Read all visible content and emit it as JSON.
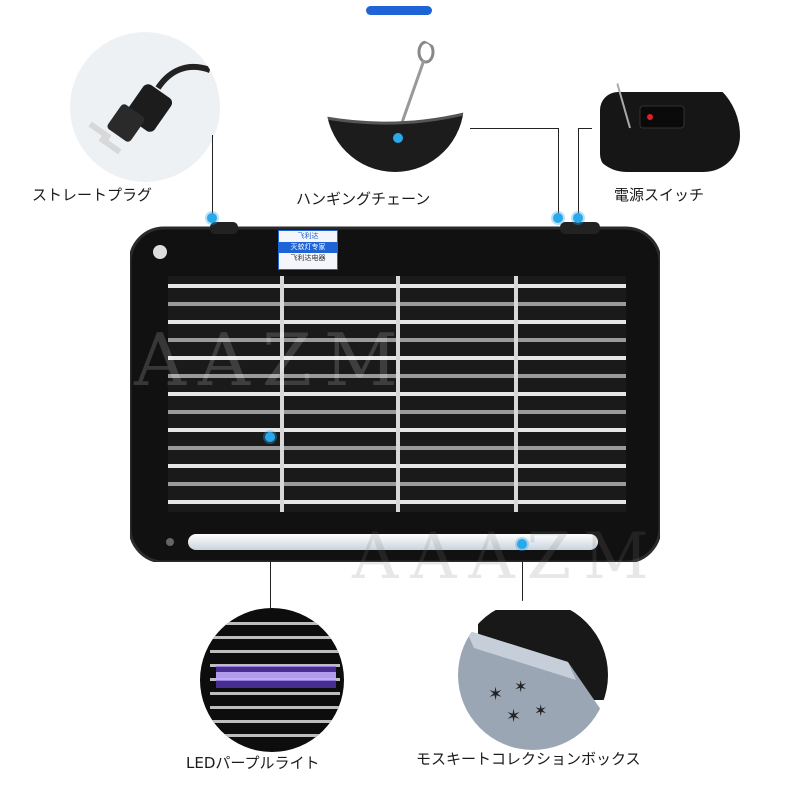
{
  "labels": {
    "plug": "ストレートプラグ",
    "chain": "ハンギングチェーン",
    "switch": "電源スイッチ",
    "led": "LEDパープルライト",
    "box": "モスキートコレクションボックス"
  },
  "device": {
    "badge_top": "飞利达",
    "badge_title": "灭蚊灯专家",
    "badge_sub": "飞利达电器"
  },
  "watermark": "AAAZM",
  "colors": {
    "accent": "#1e64d6",
    "marker": "#2aa8ea",
    "led_purple": "#7a4bff",
    "housing": "#111111"
  }
}
